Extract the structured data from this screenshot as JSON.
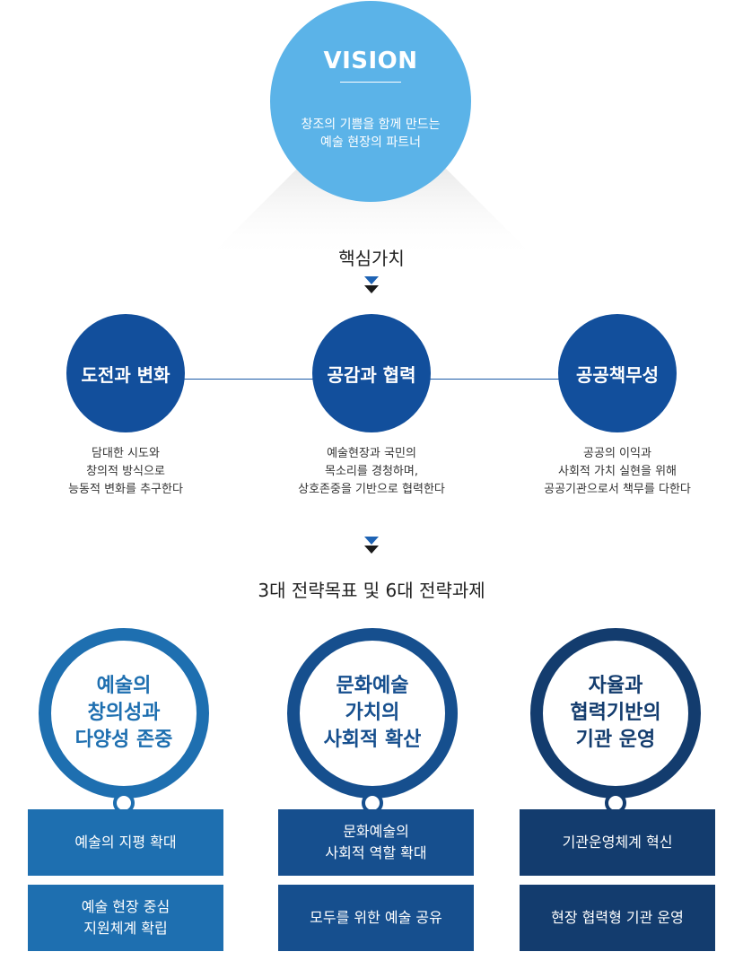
{
  "vision": {
    "title": "VISION",
    "text": "창조의 기쁨을 함께 만드는\n예술 현장의 파트너"
  },
  "core_values": {
    "heading": "핵심가치",
    "items": [
      {
        "name": "도전과 변화",
        "desc": "담대한 시도와\n창의적 방식으로\n능동적 변화를 추구한다"
      },
      {
        "name": "공감과 협력",
        "desc": "예술현장과 국민의\n목소리를 경청하며,\n상호존중을 기반으로 협력한다"
      },
      {
        "name": "공공책무성",
        "desc": "공공의 이익과\n사회적 가치 실현을 위해\n공공기관으로서 책무를 다한다"
      }
    ]
  },
  "strategy": {
    "heading": "3대 전략목표 및  6대 전략과제",
    "goals": [
      {
        "title": "예술의\n창의성과\n다양성 존중",
        "color": "#1e6fb0",
        "tasks": [
          "예술의 지평 확대",
          "예술 현장 중심\n지원체계 확립"
        ]
      },
      {
        "title": "문화예술\n가치의\n사회적 확산",
        "color": "#164f8e",
        "tasks": [
          "문화예술의\n사회적 역할 확대",
          "모두를 위한 예술 공유"
        ]
      },
      {
        "title": "자율과\n협력기반의\n기관 운영",
        "color": "#133c6e",
        "tasks": [
          "기관운영체계 혁신",
          "현장 협력형 기관 운영"
        ]
      }
    ]
  },
  "colors": {
    "vision": "#5bb3e8",
    "core_value": "#124f9c",
    "arrow_top": "#1e63b4",
    "arrow_bottom": "#1a1a1a"
  }
}
